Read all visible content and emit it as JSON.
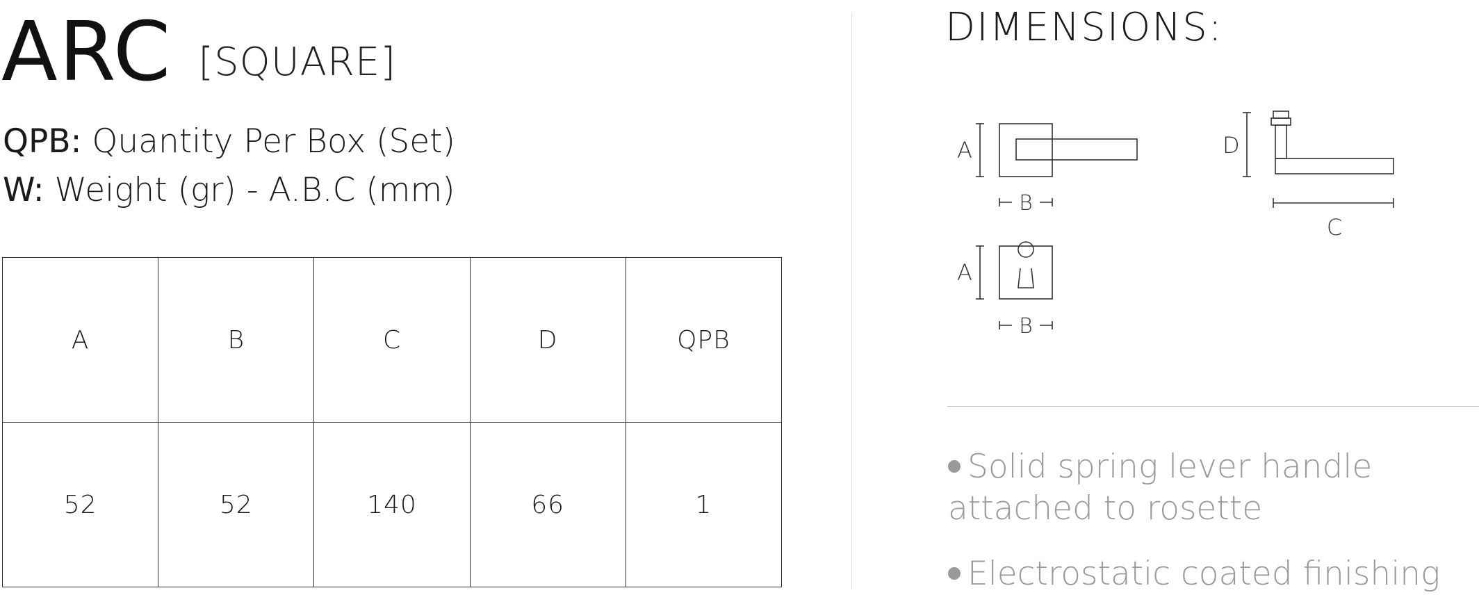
{
  "product": {
    "name": "ARC",
    "variant": "[SQUARE]"
  },
  "legend": {
    "qpb_key": "QPB:",
    "qpb_text": "Quantity Per Box (Set)",
    "w_key": "W:",
    "w_text": "Weight (gr) - A.B.C (mm)"
  },
  "spec_table": {
    "headers": [
      "A",
      "B",
      "C",
      "D",
      "QPB"
    ],
    "rows": [
      [
        "52",
        "52",
        "140",
        "66",
        "1"
      ]
    ]
  },
  "dimensions": {
    "title": "DIMENSIONS:",
    "labels": {
      "lever_a": "A",
      "lever_b": "B",
      "side_d": "D",
      "side_c": "C",
      "rosette_a": "A",
      "rosette_b": "B"
    }
  },
  "features": [
    {
      "line1": "Solid spring lever handle",
      "line2": "attached to rosette"
    },
    {
      "line1": "Electrostatic coated finishing",
      "line2": ""
    }
  ],
  "colors": {
    "text": "#1a1a1a",
    "feature_text": "#9a9a9a",
    "divider": "#e4e1d6"
  }
}
